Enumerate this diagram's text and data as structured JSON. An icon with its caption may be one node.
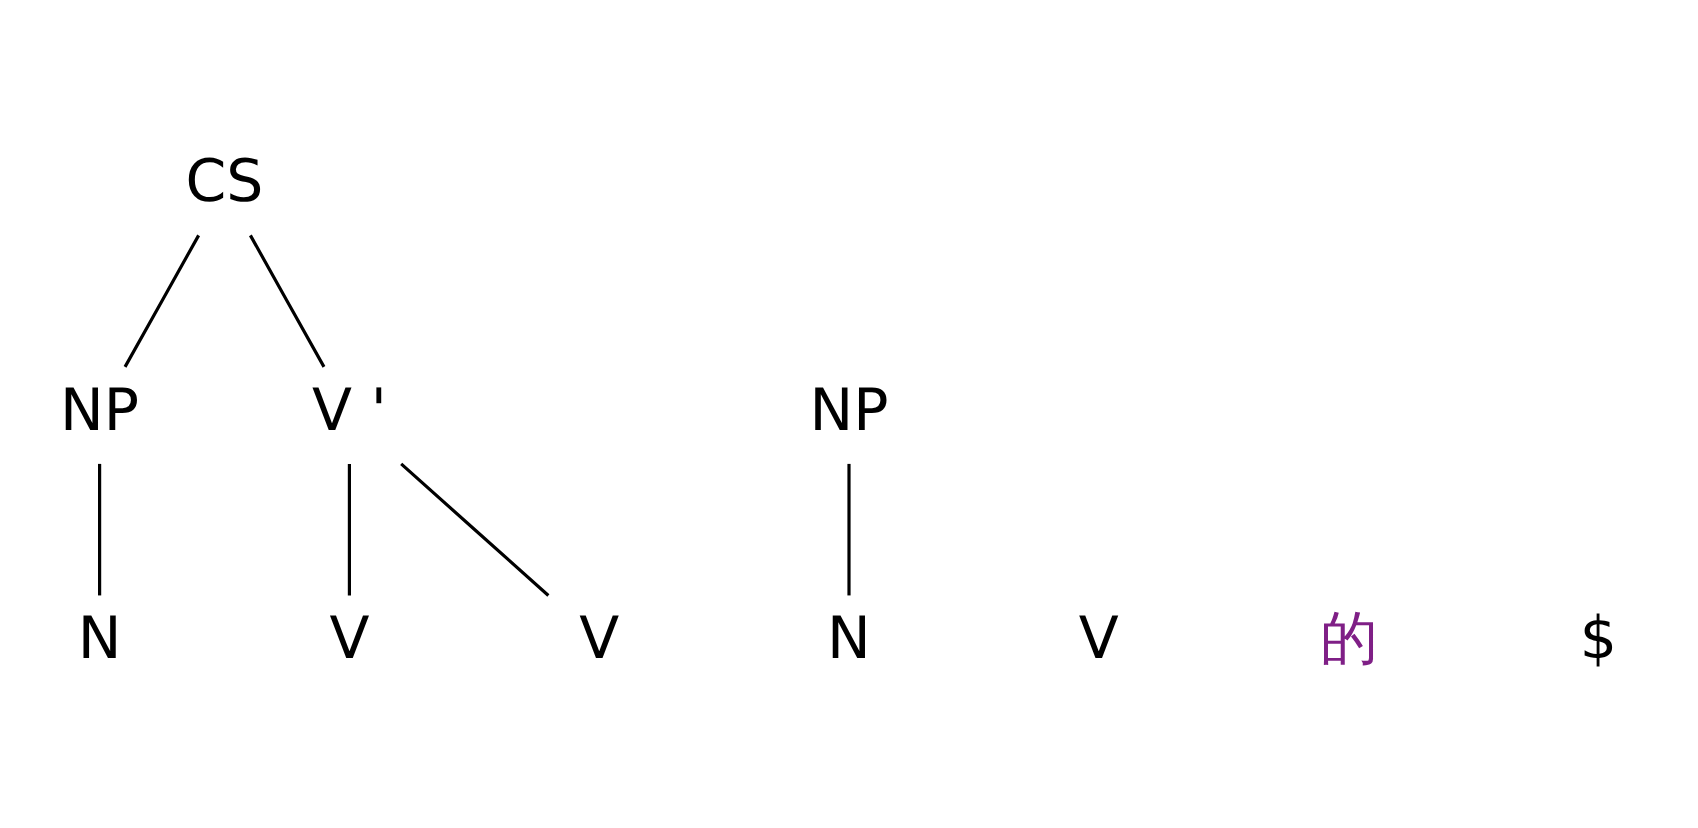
{
  "diagram": {
    "nodes": [
      {
        "text": [
          "CS"
        ]
      },
      {
        "text": [
          "NP"
        ]
      },
      {
        "text": [
          "NP"
        ]
      },
      {
        "text": [
          "V '"
        ]
      },
      {
        "text": [
          "N"
        ]
      },
      {
        "text": [
          "V"
        ]
      },
      {
        "text": [
          "N"
        ]
      },
      {
        "text": [
          "V"
        ]
      },
      {
        "text": [
          "V"
        ]
      },
      {
        "text": [
          "的"
        ]
      },
      {
        "text": [
          "$"
        ]
      }
    ],
    "edges": [
      {
        "from": 0,
        "to": 2,
        "arrow": "none"
      },
      {
        "from": 0,
        "to": 3,
        "arrow": "none"
      },
      {
        "from": 1,
        "to": 4,
        "arrow": "none"
      },
      {
        "from": 2,
        "to": 6,
        "arrow": "none"
      },
      {
        "from": 3,
        "to": 7,
        "arrow": "none"
      },
      {
        "from": 3,
        "to": 8,
        "arrow": "none"
      }
    ]
  }
}
